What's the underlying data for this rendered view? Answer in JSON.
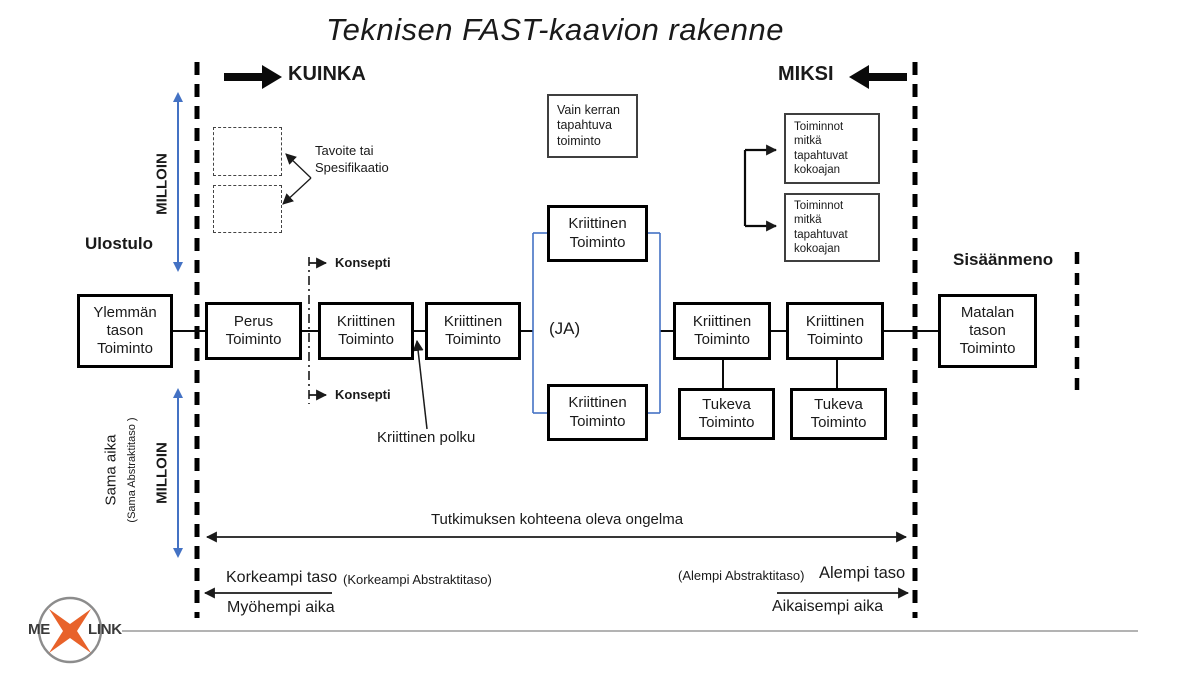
{
  "title": "Teknisen FAST-kaavion rakenne",
  "axes": {
    "how": "KUINKA",
    "why": "MIKSI",
    "when": "MILLOIN",
    "output": "Ulostulo",
    "input": "Sisäänmeno",
    "same_time": "Sama aika",
    "same_abstraction": "(Sama Abstraktitaso )"
  },
  "boxes": {
    "higher": "Ylemmän tason Toiminto",
    "basic": "Perus Toiminto",
    "critical": "Kriittinen Toiminto",
    "and": "(JA)",
    "supporting": "Tukeva Toiminto",
    "lower": "Matalan tason Toiminto",
    "once": "Vain kerran tapahtuva toiminto",
    "always": "Toiminnot mitkä tapahtuvat kokoajan"
  },
  "labels": {
    "objective": "Tavoite tai Spesifikaatio",
    "concept": "Konsepti",
    "critical_path": "Kriittinen polku",
    "scope": "Tutkimuksen kohteena oleva ongelma",
    "higher_level": "Korkeampi taso",
    "higher_abstraction": "(Korkeampi Abstraktitaso)",
    "later_time": "Myöhempi aika",
    "lower_abstraction": "(Alempi Abstraktitaso)",
    "lower_level": "Alempi taso",
    "earlier_time": "Aikaisempi aika"
  },
  "logo": {
    "left": "ME",
    "right": "LINK"
  },
  "colors": {
    "ink": "#1a1a1a",
    "blue": "#4472C4",
    "orange": "#E8622A",
    "gray": "#8c8c8c"
  }
}
